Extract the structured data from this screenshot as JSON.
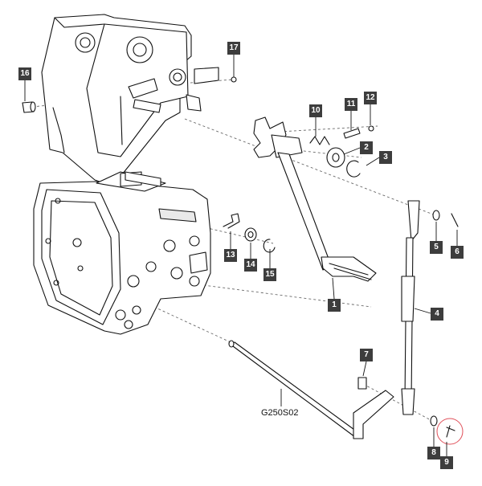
{
  "drawing_code": "G250S02",
  "callouts": [
    {
      "id": "1",
      "name": "callout-1"
    },
    {
      "id": "2",
      "name": "callout-2"
    },
    {
      "id": "3",
      "name": "callout-3"
    },
    {
      "id": "4",
      "name": "callout-4"
    },
    {
      "id": "5",
      "name": "callout-5"
    },
    {
      "id": "6",
      "name": "callout-6"
    },
    {
      "id": "7",
      "name": "callout-7"
    },
    {
      "id": "8",
      "name": "callout-8"
    },
    {
      "id": "9",
      "name": "callout-9"
    },
    {
      "id": "10",
      "name": "callout-10"
    },
    {
      "id": "11",
      "name": "callout-11"
    },
    {
      "id": "12",
      "name": "callout-12"
    },
    {
      "id": "13",
      "name": "callout-13"
    },
    {
      "id": "14",
      "name": "callout-14"
    },
    {
      "id": "15",
      "name": "callout-15"
    },
    {
      "id": "16",
      "name": "callout-16"
    },
    {
      "id": "17",
      "name": "callout-17"
    }
  ],
  "colors": {
    "callout_bg": "#3d3d3d",
    "callout_text": "#ffffff",
    "line": "#111111",
    "dashed": "#6a6a6a",
    "highlight": "#e0505a"
  }
}
